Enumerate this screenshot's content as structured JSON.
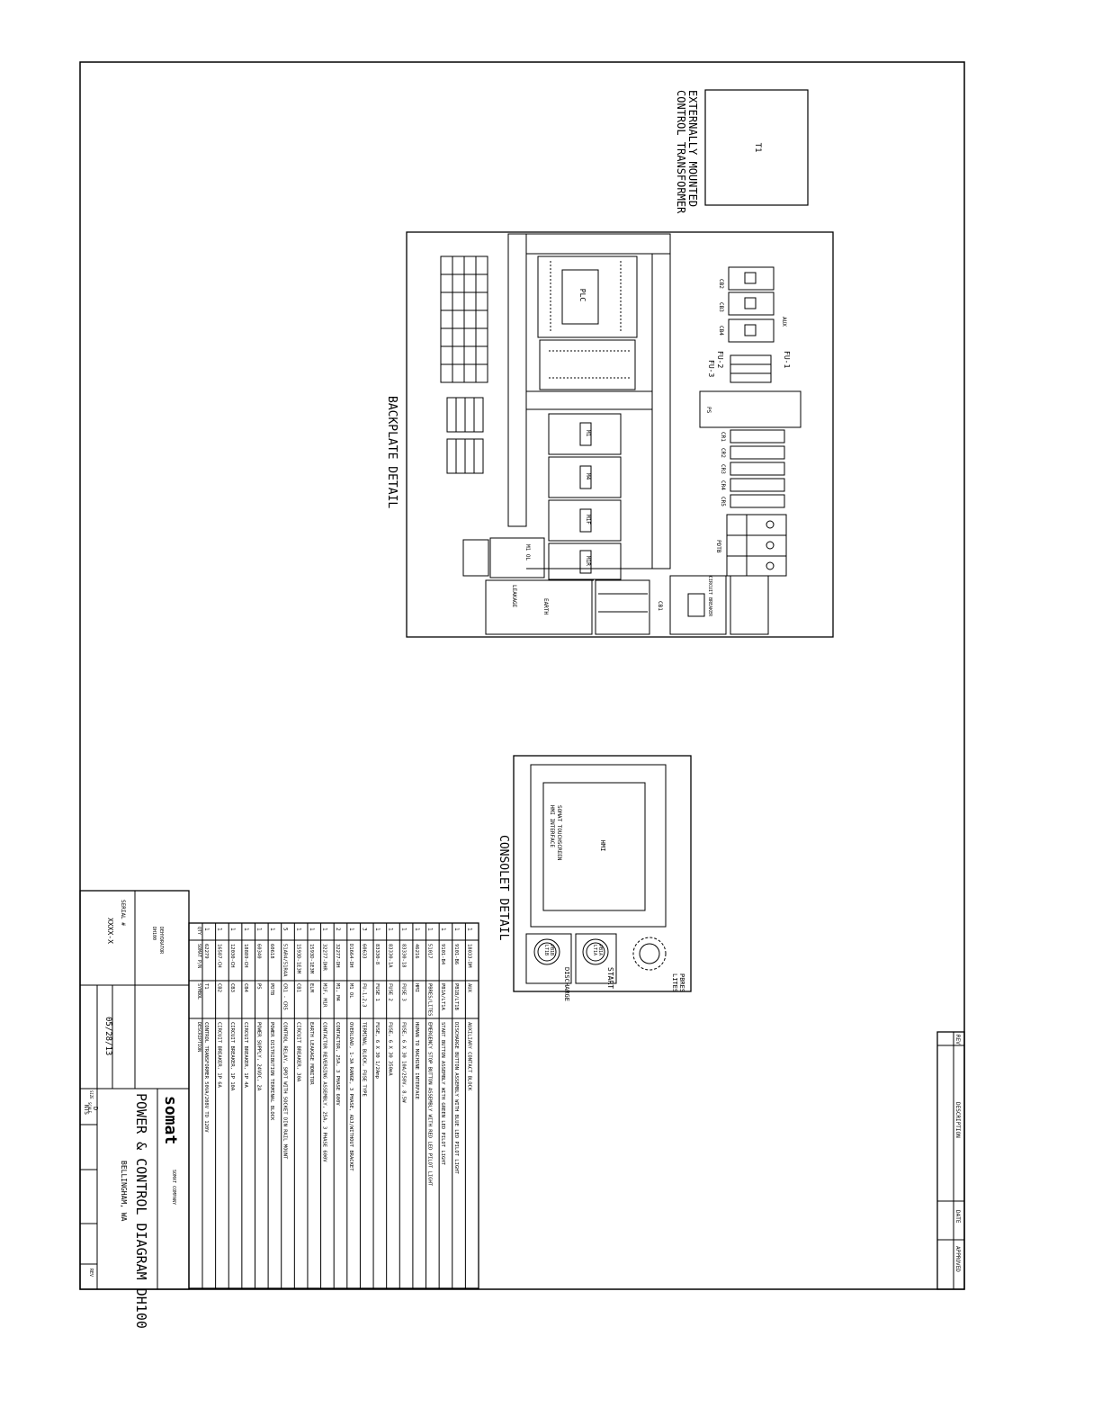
{
  "labels": {
    "ext_transformer_line1": "EXTERNALLY MOUNTED",
    "ext_transformer_line2": "CONTROL TRANSFORMER",
    "t1": "T1",
    "backplate_detail": "BACKPLATE DETAIL",
    "plc": "PLC",
    "aux": "AUX",
    "cb2": "CB2",
    "cb3": "CB3",
    "cb4": "CB4",
    "fu1": "FU-1",
    "fu2": "FU-2",
    "fu3": "FU-3",
    "ps": "PS",
    "cr1": "CR1",
    "cr2": "CR2",
    "cr3": "CR3",
    "cr4": "CR4",
    "cr5": "CR5",
    "pdtb": "PDTB",
    "m1": "M1",
    "m4": "M4",
    "m1f": "M1F",
    "m1r": "M1R",
    "m1_ol": "M1 OL",
    "elm": "EARTH",
    "emstop": "LEAKAGE",
    "cb1": "CB1",
    "circuit_breaker": "CIRCUIT BREAKER",
    "console_detail": "CONSOLET DETAIL",
    "hmi": "HMI",
    "smart_touchscreen_1": "SOMAT TOUCHSCREEN",
    "smart_touchscreen_2": "HMI INTERFACE",
    "start": "START",
    "discharge": "DISCHARGE",
    "pb1a": "PB1A",
    "lt1a": "LT1A",
    "pb1b": "PB1B",
    "lt1b": "LT1B",
    "pbres": "PBRES",
    "lites": "LITES"
  },
  "bom": {
    "headers": {
      "qty": "QTY",
      "part": "SOMAT P/N",
      "symbol": "SYMBOL",
      "desc": "DESCRIPTION"
    },
    "rows": [
      {
        "qty": "1",
        "part": "18033-DM",
        "symbol": "AUX",
        "desc": "AUXILIARY CONTACT BLOCK"
      },
      {
        "qty": "1",
        "part": "9101-B6",
        "symbol": "PB1B/LT1B",
        "desc": "DISCHARGE BUTTON ASSEMBLY WITH BLUE LED PILOT LIGHT"
      },
      {
        "qty": "1",
        "part": "9101-B4",
        "symbol": "PB1A/LT1A",
        "desc": "START BUTTON ASSEMBLY WITH GREEN LED PILOT LIGHT"
      },
      {
        "qty": "1",
        "part": "51017",
        "symbol": "PBRES/LITES",
        "desc": "EMERGENCY STOP BUTTON ASSEMBLY WITH RED LED PILOT LIGHT"
      },
      {
        "qty": "1",
        "part": "46216",
        "symbol": "HMI",
        "desc": "HUMAN TO MACHINE INTERFACE"
      },
      {
        "qty": "1",
        "part": "83330-18",
        "symbol": "FUSE 3",
        "desc": "FUSE, 6 X 30 10A/250V, 8.5W"
      },
      {
        "qty": "1",
        "part": "83330-1A",
        "symbol": "FUSE 2",
        "desc": "FUSE, 6 X 30 350mA"
      },
      {
        "qty": "1",
        "part": "83330-8",
        "symbol": "FUSE 1",
        "desc": "FUSE, 6 X 30 1/2Amp"
      },
      {
        "qty": "3",
        "part": "60633",
        "symbol": "FU-1,2,3",
        "desc": "TERMINAL BLOCK, FUSE TYPE"
      },
      {
        "qty": "1",
        "part": "D1664-DH",
        "symbol": "M1 OL",
        "desc": "OVERLOAD, 1-3A RANGE, 3 PHASE, ADJ/WITHOUT BRACKET"
      },
      {
        "qty": "2",
        "part": "32277-DH",
        "symbol": "M1, M4",
        "desc": "CONTACTOR, 25A, 3 PHASE 600V"
      },
      {
        "qty": "1",
        "part": "32277-DHR",
        "symbol": "M1F, M1R",
        "desc": "CONTACTOR REVERSING ASSEMBLY, 25A, 3 PHASE 600V"
      },
      {
        "qty": "1",
        "part": "1593D-1E3M",
        "symbol": "ELM",
        "desc": "EARTH LEAKAGE MONITOR"
      },
      {
        "qty": "1",
        "part": "1593D-1E3M",
        "symbol": "CB1",
        "desc": "CIRCUIT BREAKER, 30A"
      },
      {
        "qty": "5",
        "part": "51AR4/51R4A",
        "symbol": "CR1 - CR5",
        "desc": "CONTROL RELAY, SPDT WITH SOCKET DIN RAIL MOUNT"
      },
      {
        "qty": "1",
        "part": "60618",
        "symbol": "PDTB",
        "desc": "POWER DISTRIBUTION TERMINAL BLOCK"
      },
      {
        "qty": "1",
        "part": "60340",
        "symbol": "PS",
        "desc": "POWER SUPPLY, 24VDC, 2A"
      },
      {
        "qty": "1",
        "part": "18889-CH",
        "symbol": "CB4",
        "desc": "CIRCUIT BREAKER, 1P 4A"
      },
      {
        "qty": "1",
        "part": "12030-CH",
        "symbol": "CB3",
        "desc": "CIRCUIT BREAKER, 1P 10A"
      },
      {
        "qty": "1",
        "part": "16587-CH",
        "symbol": "CB2",
        "desc": "CIRCUIT BREAKER, 1P 6A"
      },
      {
        "qty": "1",
        "part": "62279",
        "symbol": "T1",
        "desc": "CONTROL TRANSFORMER 50VA/208V TO 120V"
      }
    ]
  },
  "title_block": {
    "drawing_title": "POWER & CONTROL DIAGRAM DH100",
    "location": "BELLINGHAM, WA",
    "company": "somat",
    "company_note": "SOMAT COMPANY",
    "date": "05/28/13",
    "serial_label": "SERIAL #",
    "serial": "XXXX-X",
    "model": "DH100",
    "model_label": "DEHYDRATOR",
    "size_label": "SIZE",
    "size": "D",
    "scale": "NTS",
    "rev_label": "REV",
    "revision": "",
    "scale_label": "SCALE"
  },
  "revision_block": {
    "rev": "REV",
    "description": "DESCRIPTION",
    "date": "DATE",
    "approved": "APPROVED"
  }
}
